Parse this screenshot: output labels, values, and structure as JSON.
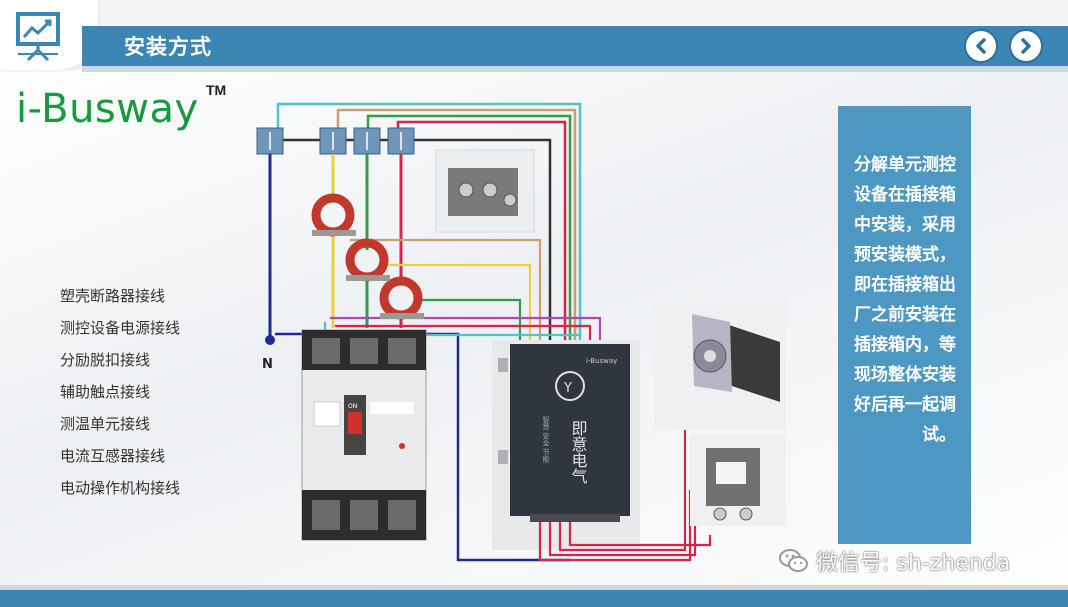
{
  "header": {
    "title": "安装方式",
    "icon": "presentation-chart-icon",
    "prev_icon": "chevron-left-icon",
    "next_icon": "chevron-right-icon"
  },
  "brand": {
    "name": "i-Busway",
    "tm": "TM"
  },
  "wiring_labels": [
    "塑壳断路器接线",
    "测控设备电源接线",
    "分励脱扣接线",
    "辅助触点接线",
    "测温单元接线",
    "电流互感器接线",
    "电动操作机构接线"
  ],
  "diagram": {
    "neutral_label": "N",
    "device_brand": "i-Busway",
    "device_name": "即意电气",
    "device_tags": "智慧 安全 节能",
    "breaker_label": "ON",
    "wire_colors": {
      "cyan": "#4fc3c9",
      "tan": "#c8a070",
      "green": "#2ea043",
      "red": "#d6244a",
      "navy": "#1f2a9a",
      "yellow": "#e8d23a",
      "black": "#333333",
      "purple": "#b04aa8"
    }
  },
  "side_box": {
    "text": "分解单元测控设备在插接箱中安装，采用预安装模式，即在插接箱出厂之前安装在插接箱内，等现场整体安装好后再一起调试。"
  },
  "watermark": {
    "text": "微信号: sh-zhenda",
    "icon": "wechat-icon"
  },
  "colors": {
    "header": "#3b86b5",
    "side_box": "#4c98c3",
    "brand": "#159a3c"
  }
}
